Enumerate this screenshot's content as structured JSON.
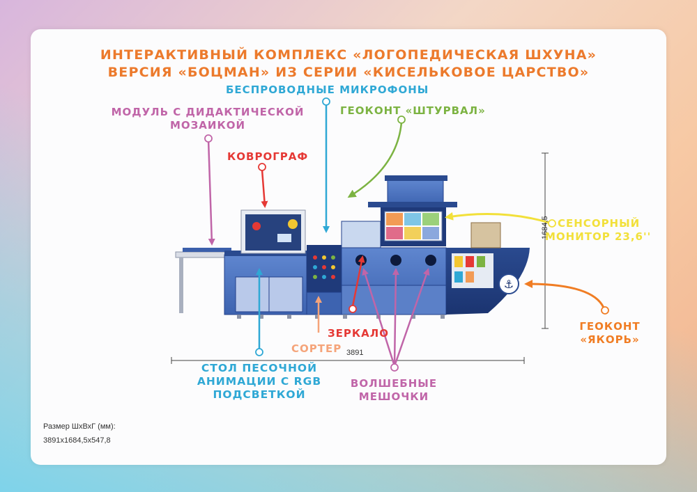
{
  "title": {
    "line1": "ИНТЕРАКТИВНЫЙ КОМПЛЕКС «ЛОГОПЕДИЧЕСКАЯ ШХУНА»",
    "line2": "ВЕРСИЯ «БОЦМАН» ИЗ СЕРИИ «КИСЕЛЬКОВОЕ ЦАРСТВО»"
  },
  "labels": {
    "microphones": "БЕСПРОВОДНЫЕ МИКРОФОНЫ",
    "mosaic_line1": "МОДУЛЬ С ДИДАКТИЧЕСКОЙ",
    "mosaic_line2": "МОЗАИКОЙ",
    "steering": "ГЕОКОНТ «ШТУРВАЛ»",
    "kovrograf": "КОВРОГРАФ",
    "monitor_line1": "СЕНСОРНЫЙ",
    "monitor_line2": "МОНИТОР 23,6''",
    "anchor_line1": "ГЕОКОНТ",
    "anchor_line2": "«ЯКОРЬ»",
    "mirror": "ЗЕРКАЛО",
    "sorter": "СОРТЕР",
    "sand_line1": "СТОЛ ПЕСОЧНОЙ",
    "sand_line2": "АНИМАЦИИ С RGB",
    "sand_line3": "ПОДСВЕТКОЙ",
    "bags_line1": "ВОЛШЕБНЫЕ",
    "bags_line2": "МЕШОЧКИ"
  },
  "dimensions": {
    "width": "3891",
    "height": "1684,5"
  },
  "size_note": {
    "line1": "Размер ШхВхГ (мм):",
    "line2": "3891x1684,5x547,8"
  },
  "colors": {
    "title": "#ec7a2c",
    "mosaic": "#c065a8",
    "microphones": "#2fa8d5",
    "steering": "#7cb342",
    "kovrograf": "#e53935",
    "monitor": "#f2e03a",
    "anchor": "#f07d24",
    "mirror": "#e53935",
    "sorter": "#f5a47a",
    "sand": "#2fa8d5",
    "bags": "#c065a8"
  }
}
